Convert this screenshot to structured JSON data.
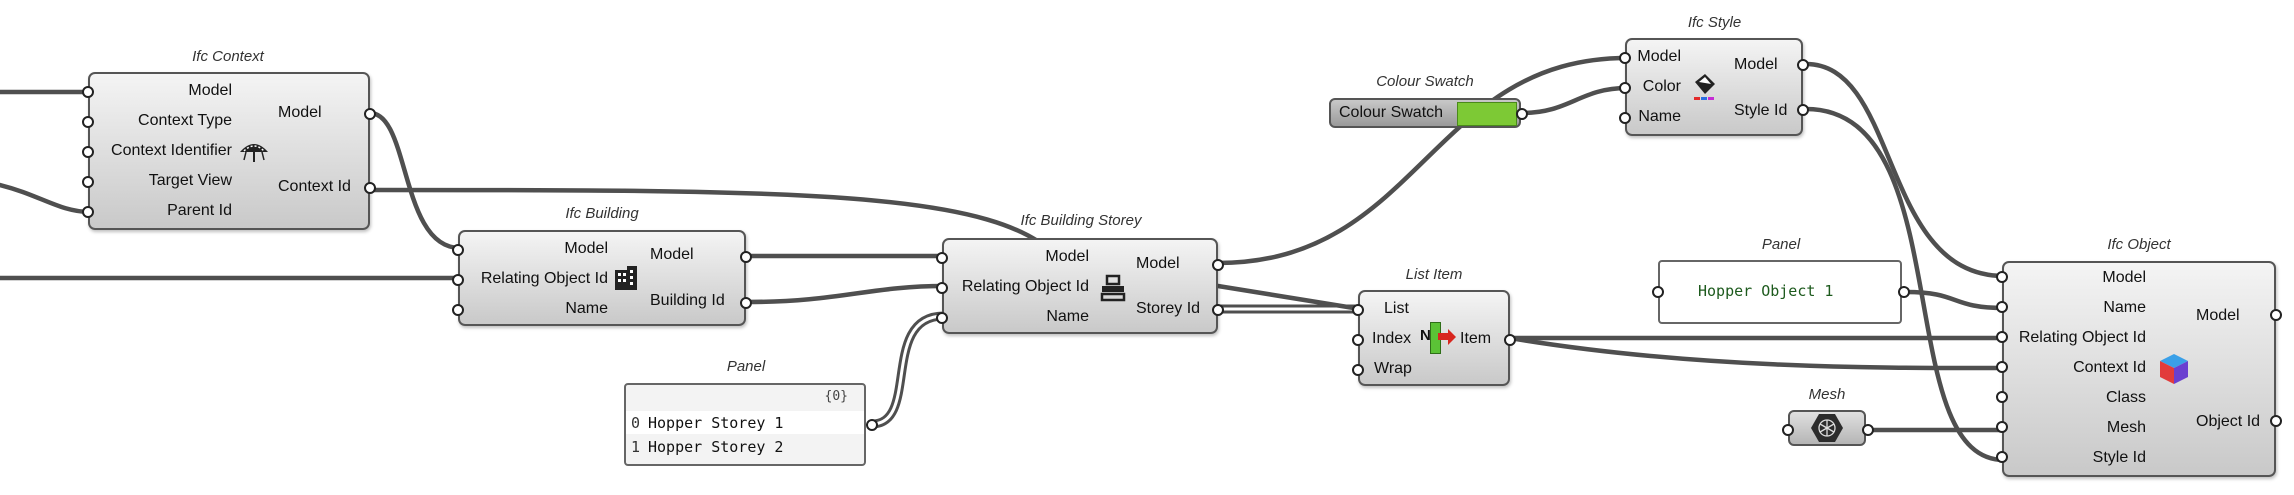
{
  "nodes": {
    "ifc_context": {
      "title": "Ifc Context",
      "inputs": [
        "Model",
        "Context Type",
        "Context Identifier",
        "Target View",
        "Parent Id"
      ],
      "outputs": [
        "Model",
        "Context Id"
      ],
      "icon": "umbrella-icon"
    },
    "ifc_building": {
      "title": "Ifc Building",
      "inputs": [
        "Model",
        "Relating Object Id",
        "Name"
      ],
      "outputs": [
        "Model",
        "Building Id"
      ],
      "icon": "building-icon"
    },
    "ifc_building_storey": {
      "title": "Ifc Building Storey",
      "inputs": [
        "Model",
        "Relating Object Id",
        "Name"
      ],
      "outputs": [
        "Model",
        "Storey Id"
      ],
      "icon": "storey-icon"
    },
    "colour_swatch": {
      "title": "Colour Swatch",
      "label": "Colour Swatch",
      "color": "#7dc935"
    },
    "ifc_style": {
      "title": "Ifc Style",
      "inputs": [
        "Model",
        "Color",
        "Name"
      ],
      "outputs": [
        "Model",
        "Style Id"
      ],
      "icon": "paint-bucket-icon"
    },
    "list_item": {
      "title": "List Item",
      "inputs": [
        "List",
        "Index",
        "Wrap"
      ],
      "outputs": [
        "Item"
      ],
      "icon": "list-item-icon",
      "icon_letter": "N"
    },
    "panel_storeys": {
      "title": "Panel",
      "header": "{0}",
      "rows": [
        {
          "index": "0",
          "value": "Hopper Storey 1"
        },
        {
          "index": "1",
          "value": "Hopper Storey 2"
        }
      ]
    },
    "panel_object": {
      "title": "Panel",
      "value": "Hopper Object 1"
    },
    "mesh": {
      "title": "Mesh",
      "icon": "mesh-icon"
    },
    "ifc_object": {
      "title": "Ifc Object",
      "inputs": [
        "Model",
        "Name",
        "Relating Object Id",
        "Context Id",
        "Class",
        "Mesh",
        "Style Id"
      ],
      "outputs": [
        "Model",
        "Object Id"
      ],
      "icon": "cube-icon"
    }
  },
  "colors": {
    "wire": "#4f4f4f",
    "component_border": "#555555",
    "panel_text": "#1d5a1d",
    "swatch_green": "#7dc935"
  }
}
